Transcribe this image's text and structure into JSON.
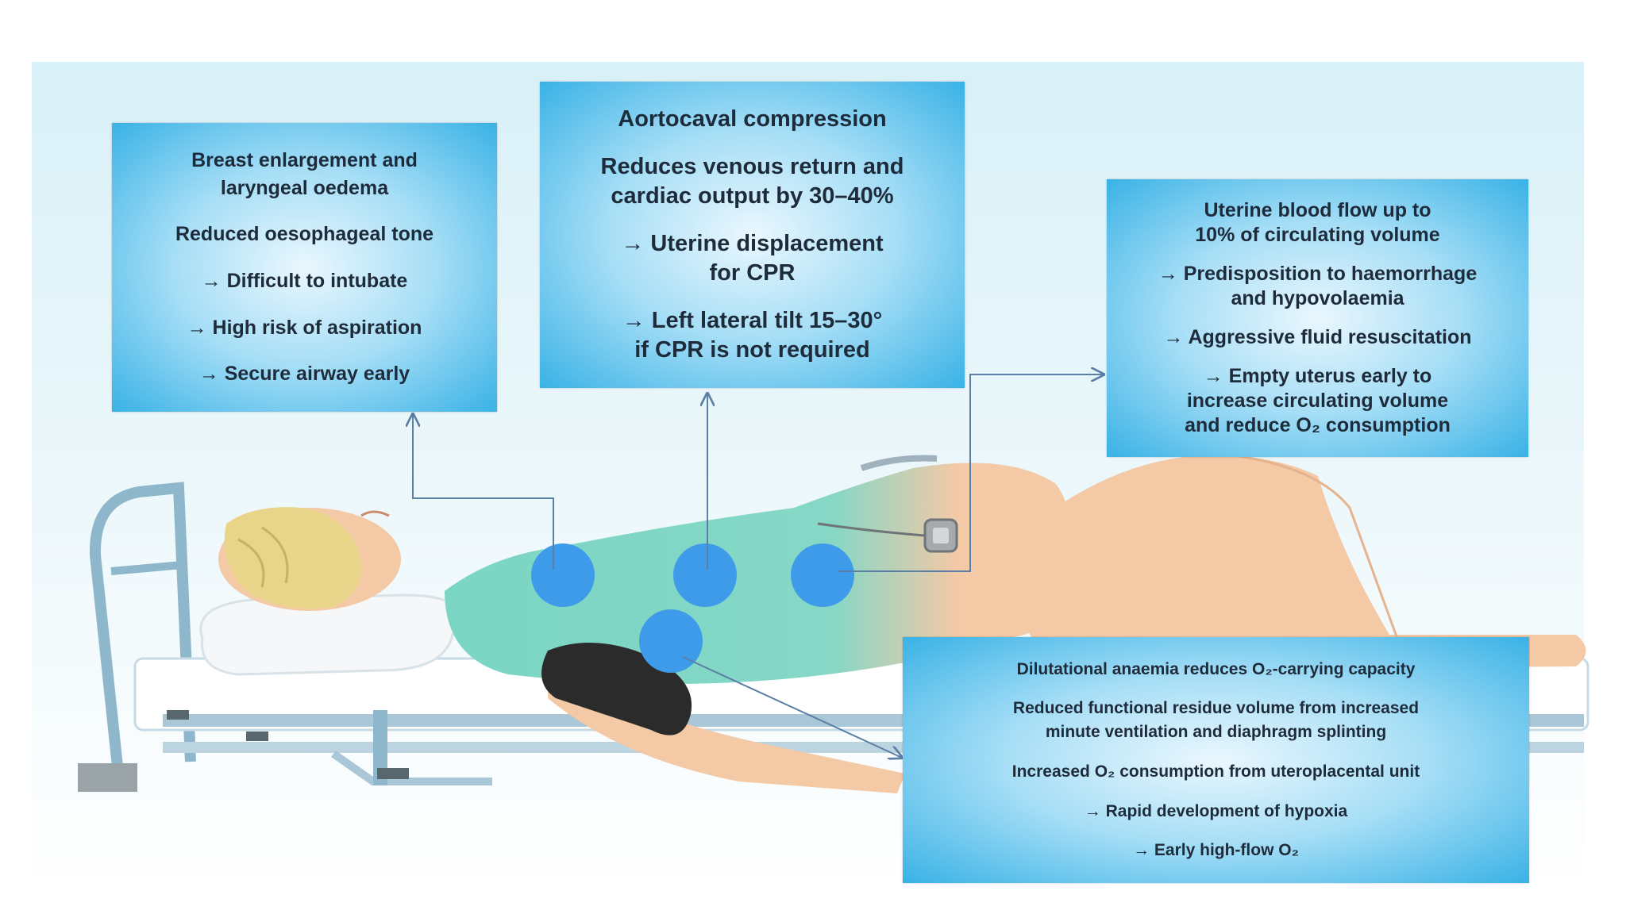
{
  "boxes": {
    "airway": [
      "Breast enlargement and\nlaryngeal oedema",
      "Reduced oesophageal tone",
      "→ Difficult to intubate",
      "→ High risk of aspiration",
      "→ Secure airway early"
    ],
    "aortocaval": [
      "Aortocaval compression",
      "Reduces venous return and\ncardiac output by 30–40%",
      "→ Uterine displacement\nfor CPR",
      "→ Left lateral tilt 15–30°\nif CPR is not required"
    ],
    "uterine": [
      "Uterine blood flow up to\n10% of circulating volume",
      "→ Predisposition to haemorrhage\nand hypovolaemia",
      "→ Aggressive fluid resuscitation",
      "→ Empty uterus early to\nincrease circulating volume\nand reduce O₂ consumption"
    ],
    "respiratory": [
      "Dilutational anaemia reduces O₂-carrying capacity",
      "Reduced functional residue volume from increased\nminute ventilation and diaphragm splinting",
      "Increased O₂ consumption from uteroplacental unit",
      "→ Rapid development of hypoxia",
      "→ Early high-flow O₂"
    ]
  },
  "colors": {
    "box_edge": "#39b2e6",
    "box_center": "#eaf7fe",
    "gown": "#7fd8c8",
    "marker": "#3d9be9",
    "skin": "#f3c9a6",
    "hair": "#e8d58a",
    "bed_frame": "#8fb7cc",
    "connector": "#5b7fa6",
    "background_top": "#dcf2f8"
  }
}
